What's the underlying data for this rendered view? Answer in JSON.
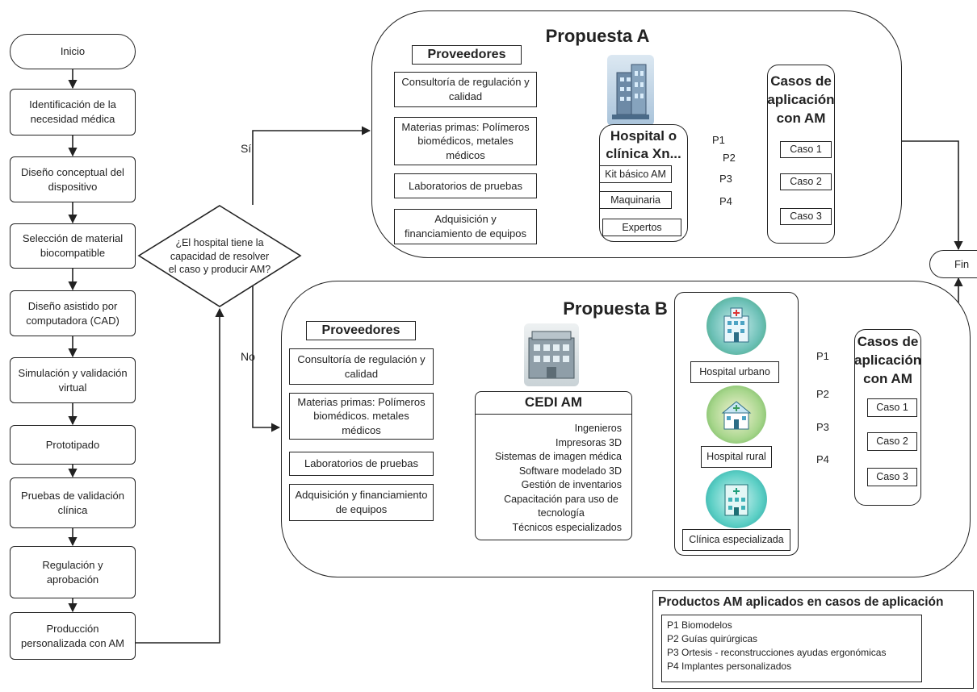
{
  "flow": {
    "start": "Inicio",
    "steps": [
      "Identificación de la necesidad médica",
      "Diseño conceptual del dispositivo",
      "Selección de material biocompatible",
      "Diseño asistido por computadora (CAD)",
      "Simulación y validación virtual",
      "Prototipado",
      "Pruebas de validación clínica",
      "Regulación y aprobación",
      "Producción personalizada con AM"
    ],
    "decision": "¿El hospital tiene la capacidad de resolver el caso y producir AM?",
    "yes": "Sí",
    "no": "No",
    "end": "Fin"
  },
  "propuesta_a": {
    "title": "Propuesta A",
    "providers_title": "Proveedores",
    "providers": [
      "Consultoría de regulación y calidad",
      "Materias primas: Polímeros biomédicos, metales médicos",
      "Laboratorios de pruebas",
      "Adquisición y financiamiento de equipos"
    ],
    "hospital_title": "Hospital o clínica Xn...",
    "hospital_items": [
      "Kit básico AM",
      "Maquinaria",
      "Expertos"
    ],
    "product_labels": [
      "P1",
      "P2",
      "P3",
      "P4"
    ],
    "cases_title": "Casos de aplicación con AM",
    "cases": [
      "Caso 1",
      "Caso 2",
      "Caso 3"
    ]
  },
  "propuesta_b": {
    "title": "Propuesta B",
    "providers_title": "Proveedores",
    "providers": [
      "Consultoría de regulación y calidad",
      "Materias primas: Polímeros biomédicos. metales médicos",
      "Laboratorios de pruebas",
      "Adquisición y financiamiento de equipos"
    ],
    "cedi_title": "CEDI AM",
    "cedi_items": [
      "Ingenieros",
      "Impresoras 3D",
      "Sistemas de imagen médica",
      "Software modelado 3D",
      "Gestión de inventarios",
      "Capacitación para uso de tecnología",
      "Técnicos especializados"
    ],
    "hospitals": [
      "Hospital urbano",
      "Hospital rural",
      "Clínica especializada"
    ],
    "product_labels": [
      "P1",
      "P2",
      "P3",
      "P4"
    ],
    "cases_title": "Casos de aplicación con AM",
    "cases": [
      "Caso 1",
      "Caso 2",
      "Caso 3"
    ]
  },
  "legend": {
    "title": "Productos AM aplicados en casos de aplicación",
    "items": [
      "P1 Biomodelos",
      "P2 Guías quirúrgicas",
      "P3 Ortesis - reconstrucciones ayudas ergonómicas",
      "P4 Implantes personalizados"
    ]
  }
}
